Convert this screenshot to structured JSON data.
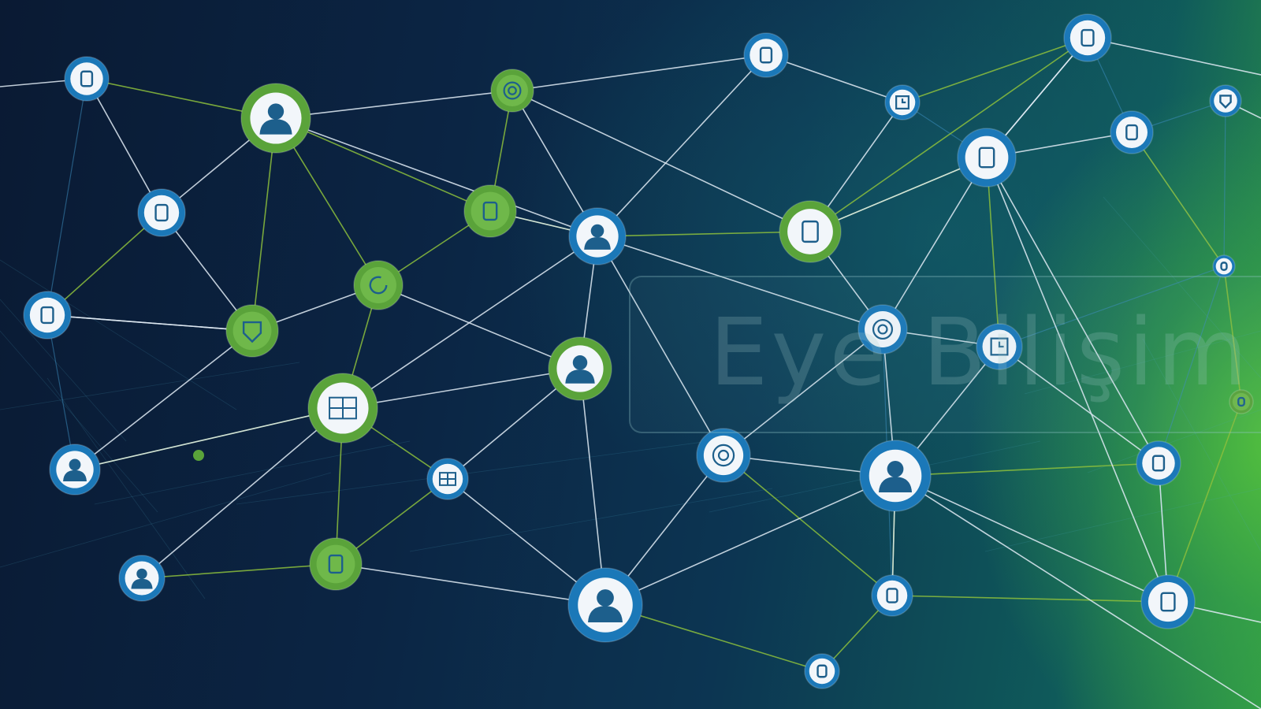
{
  "watermark": {
    "logo_text": "Eye Bilişim"
  },
  "colors": {
    "background_dark": "#0b1f3a",
    "background_glow": "#5ac83c",
    "node_blue": "#1b78b8",
    "node_green": "#5aa33a",
    "edge_white": "#e1ebf5",
    "edge_green": "#8cbe3c"
  },
  "nodes": [
    {
      "id": "n1",
      "icon": "server-icon",
      "color": "blue"
    },
    {
      "id": "n2",
      "icon": "user-icon",
      "color": "green"
    },
    {
      "id": "n3",
      "icon": "target-icon",
      "color": "green"
    },
    {
      "id": "n4",
      "icon": "chat-icon",
      "color": "blue"
    },
    {
      "id": "n5",
      "icon": "clock-icon",
      "color": "blue"
    },
    {
      "id": "n6",
      "icon": "lock-icon",
      "color": "blue"
    },
    {
      "id": "n7",
      "icon": "shield-icon",
      "color": "blue"
    },
    {
      "id": "n8",
      "icon": "device-icon",
      "color": "blue"
    },
    {
      "id": "n9",
      "icon": "desk-icon",
      "color": "blue"
    },
    {
      "id": "n10",
      "icon": "phone-icon",
      "color": "blue"
    },
    {
      "id": "n11",
      "icon": "box-icon",
      "color": "green"
    },
    {
      "id": "n12",
      "icon": "user-icon",
      "color": "blue"
    },
    {
      "id": "n13",
      "icon": "cube-icon",
      "color": "green"
    },
    {
      "id": "n14",
      "icon": "refresh-icon",
      "color": "green"
    },
    {
      "id": "n15",
      "icon": "headset-icon",
      "color": "blue"
    },
    {
      "id": "n16",
      "icon": "shield-icon",
      "color": "green"
    },
    {
      "id": "n17",
      "icon": "user-icon",
      "color": "green"
    },
    {
      "id": "n18",
      "icon": "globe-icon",
      "color": "blue"
    },
    {
      "id": "n19",
      "icon": "clock-icon",
      "color": "blue"
    },
    {
      "id": "n20",
      "icon": "badge-icon",
      "color": "blue"
    },
    {
      "id": "n21",
      "icon": "user-icon",
      "color": "blue"
    },
    {
      "id": "n22",
      "icon": "grid-icon",
      "color": "green"
    },
    {
      "id": "n23",
      "icon": "target-icon",
      "color": "blue"
    },
    {
      "id": "n24",
      "icon": "user-icon",
      "color": "blue"
    },
    {
      "id": "n25",
      "icon": "tag-icon",
      "color": "blue"
    },
    {
      "id": "n26",
      "icon": "grid-icon",
      "color": "blue"
    },
    {
      "id": "n27",
      "icon": "jacket-icon",
      "color": "green"
    },
    {
      "id": "n28",
      "icon": "user-icon",
      "color": "blue"
    },
    {
      "id": "n29",
      "icon": "case-icon",
      "color": "blue"
    },
    {
      "id": "n30",
      "icon": "user-icon",
      "color": "blue"
    },
    {
      "id": "n31",
      "icon": "badge-icon",
      "color": "blue"
    },
    {
      "id": "n32",
      "icon": "leaf-icon",
      "color": "green"
    },
    {
      "id": "n33",
      "icon": "doc-icon",
      "color": "blue"
    }
  ]
}
